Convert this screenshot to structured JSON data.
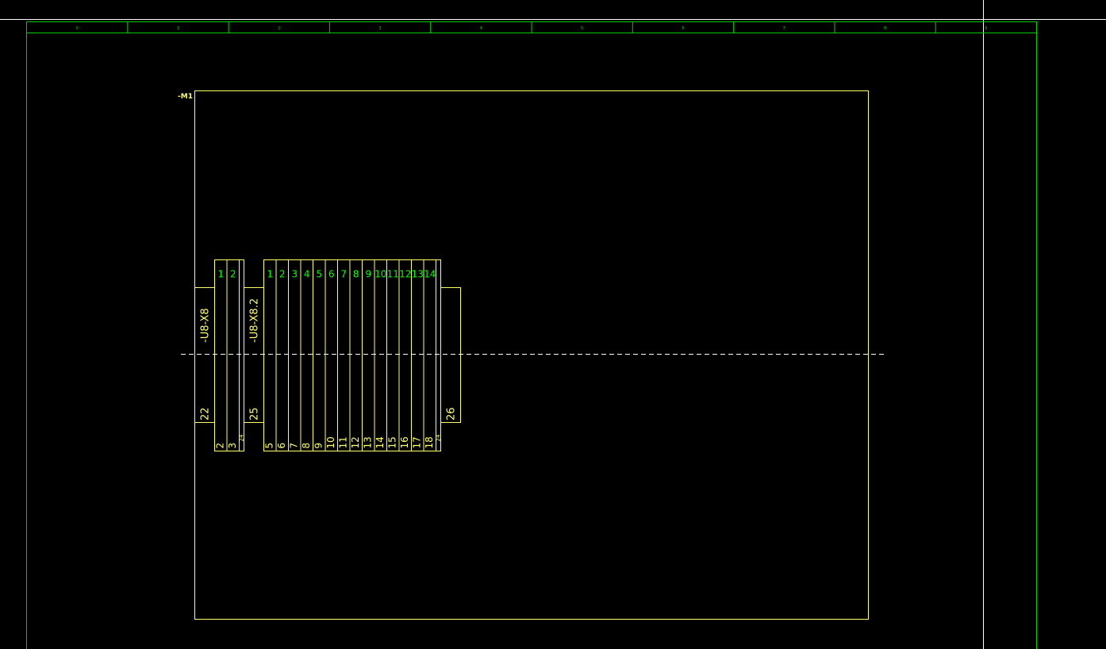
{
  "colors": {
    "background": "#000000",
    "frame": "#00cc00",
    "component": "#ffff66",
    "pin_top": "#00ff00",
    "pin_bottom": "#ffff66",
    "dashed": "#ffffff",
    "crosshair": "#ffffff"
  },
  "ruler": {
    "labels": [
      "0",
      "1",
      "2",
      "3",
      "4",
      "5",
      "6",
      "7",
      "8",
      "9"
    ]
  },
  "device": {
    "tag": "-M1"
  },
  "strips": [
    {
      "label": "-U8-X8",
      "end_number": "22",
      "top_pins": [
        "1",
        "2"
      ],
      "bottom_pins": [
        "2",
        "3"
      ],
      "end_stub": "24"
    },
    {
      "label": "-U8-X8.2",
      "end_number": "25",
      "top_pins": [
        "1",
        "2",
        "3",
        "4",
        "5",
        "6",
        "7",
        "8",
        "9",
        "10",
        "11",
        "12",
        "13",
        "14"
      ],
      "bottom_pins": [
        "5",
        "6",
        "7",
        "8",
        "9",
        "10",
        "11",
        "12",
        "13",
        "14",
        "15",
        "16",
        "17",
        "18"
      ],
      "end_stub": "24"
    }
  ],
  "end_block": {
    "number": "26"
  }
}
